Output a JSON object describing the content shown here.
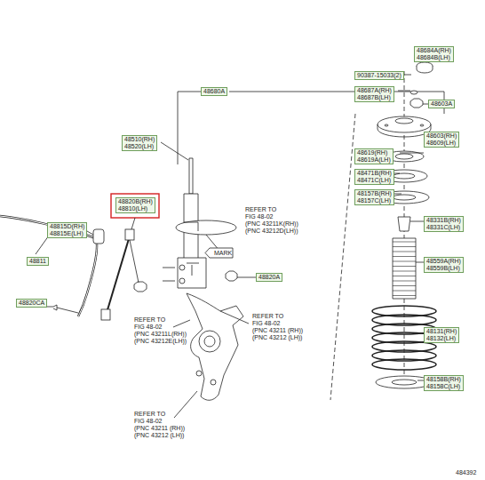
{
  "diagram": {
    "nodes": [
      {
        "text": [
          "48680A"
        ]
      },
      {
        "text": [
          "48684A(RH)",
          "48684B(LH)"
        ]
      },
      {
        "text": [
          "90387-15033(2)"
        ]
      },
      {
        "text": [
          "48603A"
        ]
      },
      {
        "text": [
          "48687A(RH)",
          "48687B(LH)"
        ]
      },
      {
        "text": [
          "48603(RH)",
          "48609(LH)"
        ]
      },
      {
        "text": [
          "48619(RH)",
          "48619A(LH)"
        ]
      },
      {
        "text": [
          "48471B(RH)",
          "48471C(LH)"
        ]
      },
      {
        "text": [
          "48157B(RH)",
          "48157C(LH)"
        ]
      },
      {
        "text": [
          "48331B(RH)",
          "48331C(LH)"
        ]
      },
      {
        "text": [
          "48559A(RH)",
          "48559B(LH)"
        ]
      },
      {
        "text": [
          "48131(RH)",
          "48132(LH)"
        ]
      },
      {
        "text": [
          "48158B(RH)",
          "48158C(LH)"
        ]
      },
      {
        "text": [
          "48510(RH)",
          "48520(LH)"
        ]
      },
      {
        "text": [
          "48820B(RH)",
          "48810(LH)"
        ]
      },
      {
        "text": [
          "48815D(RH)",
          "48815E(LH)"
        ]
      },
      {
        "text": [
          "48811"
        ]
      },
      {
        "text": [
          "48820CA"
        ]
      },
      {
        "text": [
          "48820A"
        ]
      }
    ],
    "labels": [
      "REFER TO",
      "FIG 48-02",
      "(PNC 43211K(RH))",
      "(PNC 43212D(LH))",
      "MARK",
      "REFER TO",
      "FIG 48-02",
      "(PNC 43211L(RH))",
      "(PNC 43212E(LH))",
      "REFER TO",
      "FIG 48-02",
      "(PNC 43211 (RH))",
      "(PNC 43212 (LH))",
      "REFER TO",
      "FIG 48-02",
      "(PNC 43211 (RH))",
      "(PNC 43212 (LH))",
      "484392"
    ]
  }
}
